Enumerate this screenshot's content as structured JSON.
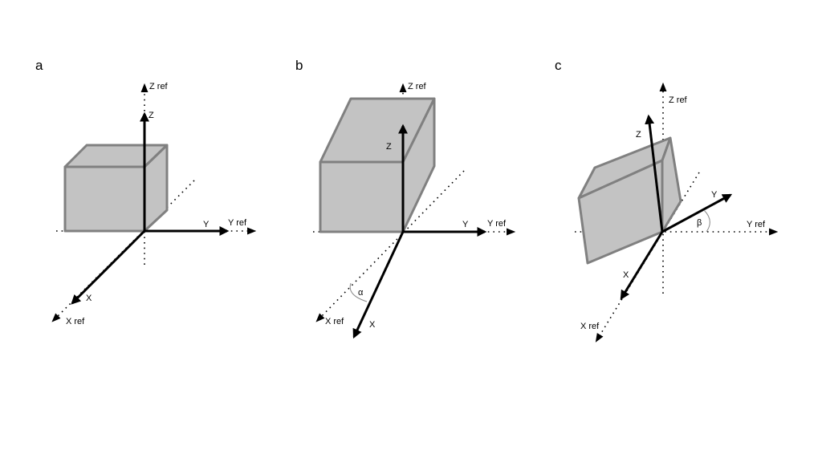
{
  "panels": [
    {
      "letter": "a",
      "z_ref": "Z ref",
      "z": "Z",
      "y": "Y",
      "y_ref": "Y ref",
      "x": "X",
      "x_ref": "X ref"
    },
    {
      "letter": "b",
      "z_ref": "Z ref",
      "z": "Z",
      "y": "Y",
      "y_ref": "Y ref",
      "x": "X",
      "x_ref": "X ref",
      "angle": "α"
    },
    {
      "letter": "c",
      "z_ref": "Z ref",
      "z": "Z",
      "y": "Y",
      "y_ref": "Y ref",
      "x": "X",
      "x_ref": "X ref",
      "angle": "β"
    }
  ]
}
